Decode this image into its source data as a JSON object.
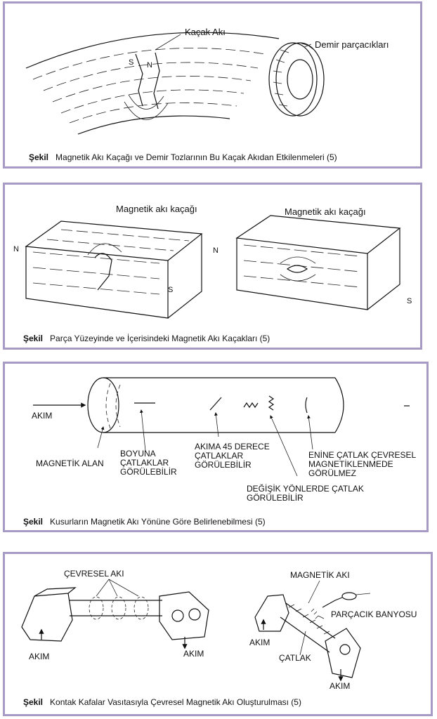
{
  "panels": [
    {
      "caption_prefix": "Şekil",
      "caption": "Magnetik Akı Kaçağı ve Demir Tozlarının Bu Kaçak Akıdan Etkilenmeleri (5)",
      "labels": {
        "leak": "Kaçak Akı",
        "particles": "Demir parçacıkları",
        "s": "S",
        "n": "N"
      }
    },
    {
      "caption_prefix": "Şekil",
      "caption": "Parça Yüzeyinde ve İçerisindeki Magnetik Akı Kaçakları (5)",
      "labels": {
        "leak_left": "Magnetik akı kaçağı",
        "leak_right": "Magnetik akı kaçağı",
        "n": "N",
        "s": "S"
      }
    },
    {
      "caption_prefix": "Şekil",
      "caption": "Kusurların Magnetik Akı Yönüne Göre Belirlenebilmesi (5)",
      "labels": {
        "current": "AKIM",
        "field": "MAGNETİK ALAN",
        "long_1": "BOYUNA",
        "long_2": "ÇATLAKLAR",
        "long_3": "GÖRÜLEBİLİR",
        "diag_1": "AKIMA 45 DERECE",
        "diag_2": "ÇATLAKLAR",
        "diag_3": "GÖRÜLEBİLİR",
        "multi_1": "DEĞİŞİK YÖNLERDE ÇATLAK",
        "multi_2": "GÖRÜLEBİLİR",
        "trans_1": "ENİNE ÇATLAK ÇEVRESEL",
        "trans_2": "MAGNETİKLENMEDE",
        "trans_3": "GÖRÜLMEZ"
      }
    },
    {
      "caption_prefix": "Şekil",
      "caption": "Kontak Kafalar Vasıtasıyla Çevresel Magnetik Akı Oluşturulması (5)",
      "labels": {
        "circ": "ÇEVRESEL AKI",
        "current_left": "AKIM",
        "current_right": "AKIM",
        "mag": "MAGNETİK AKI",
        "bath": "PARÇACIK BANYOSU",
        "current_mid": "AKIM",
        "crack": "ÇATLAK",
        "current_bottom": "AKIM"
      }
    }
  ]
}
